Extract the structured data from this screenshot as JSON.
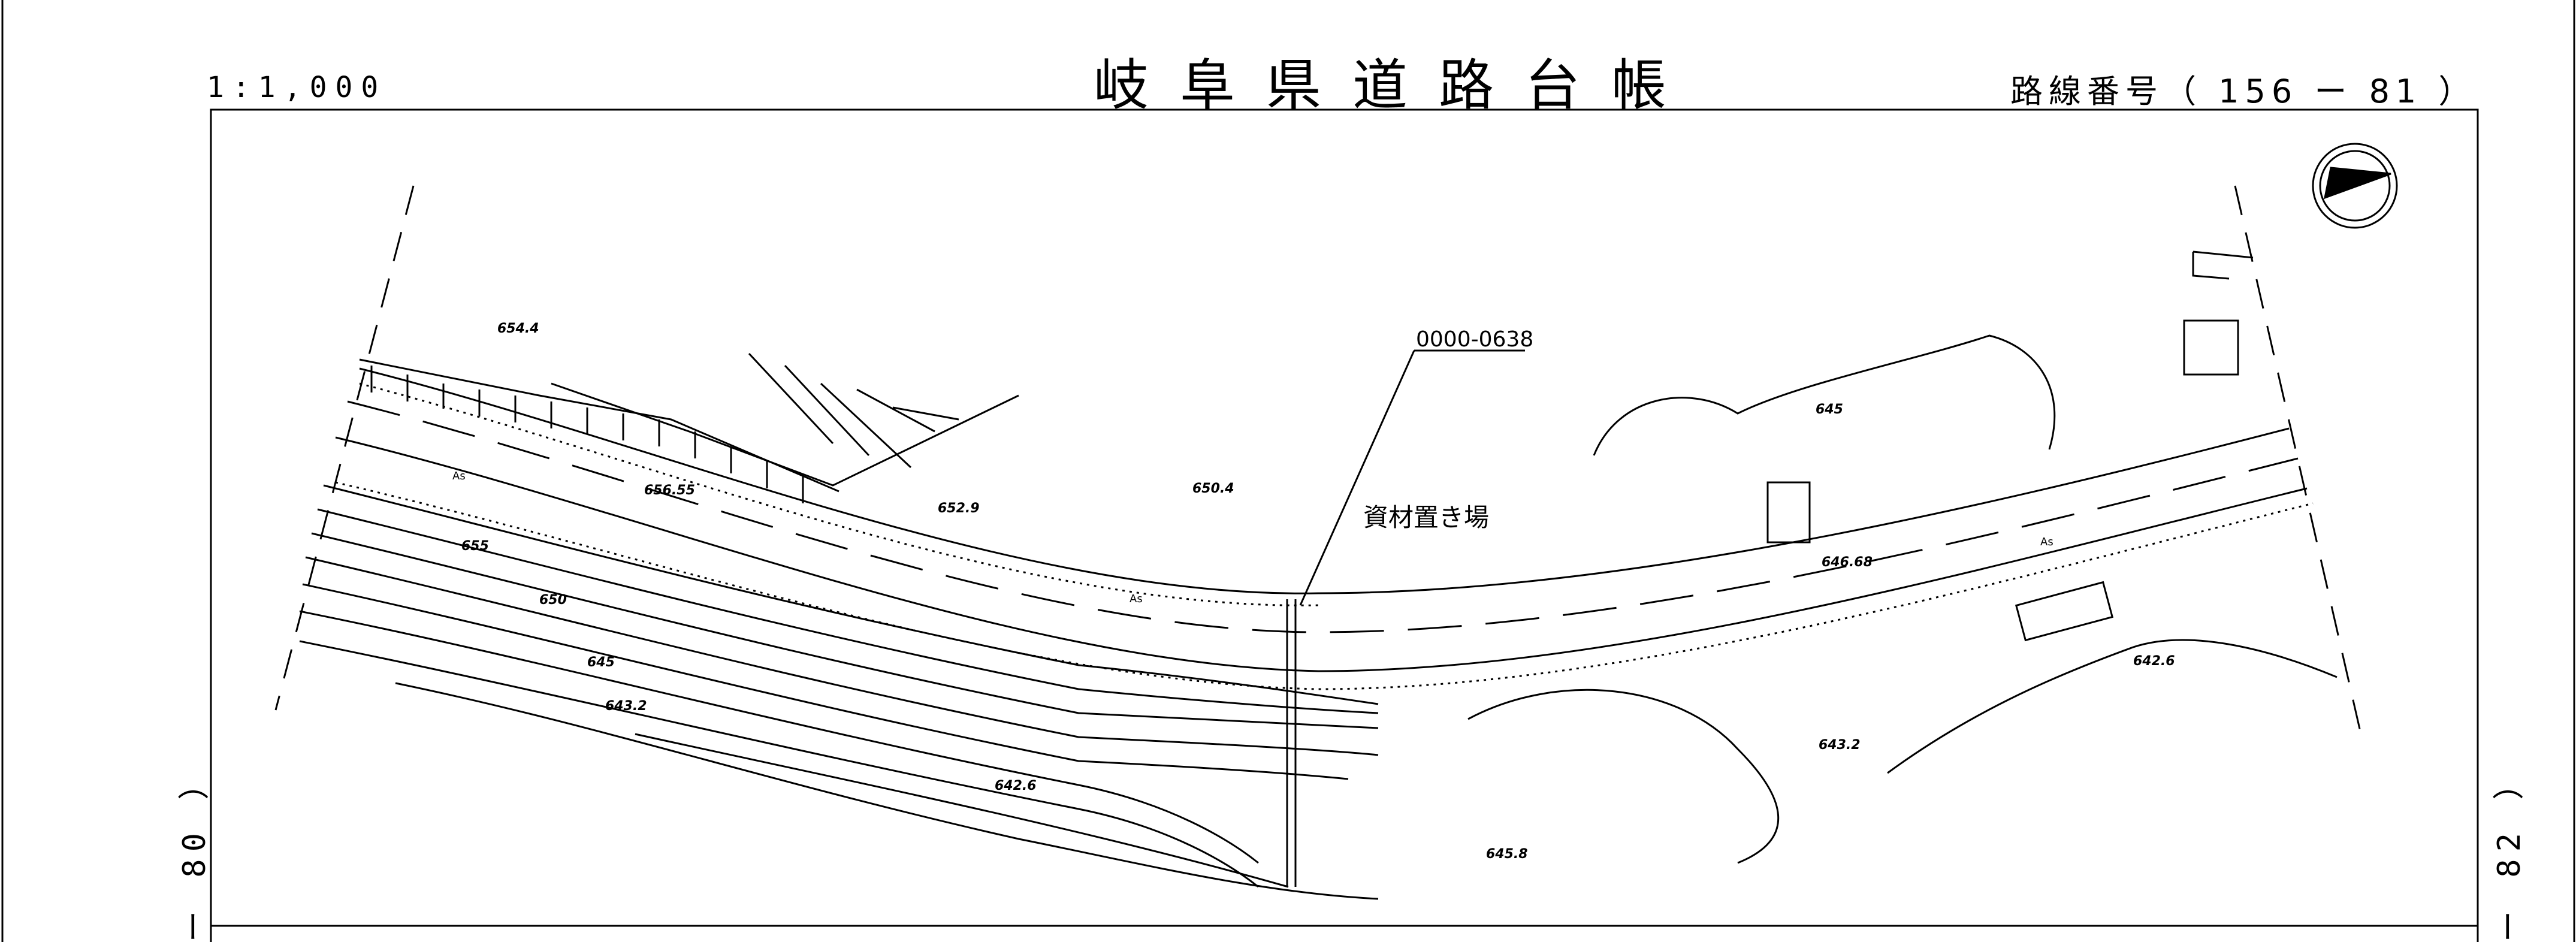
{
  "header": {
    "scale": "1:1,000",
    "title": "岐阜県道路台帳",
    "route_number": "路線番号（ 156 ー 81 ）"
  },
  "side_labels": {
    "left": "ー 80 ）",
    "right": "ー 82 ）"
  },
  "map": {
    "parcel_id": "0000-0638",
    "place_label": "資材置き場",
    "elevations": [
      "654.4",
      "652.9",
      "650.4",
      "656.55",
      "655",
      "650",
      "645",
      "643.2",
      "642.6",
      "645.8",
      "646.68",
      "645",
      "642.6",
      "643.2"
    ],
    "road_marks": [
      "As",
      "As",
      "As"
    ],
    "north_arrow_icon": "north-arrow-icon"
  }
}
